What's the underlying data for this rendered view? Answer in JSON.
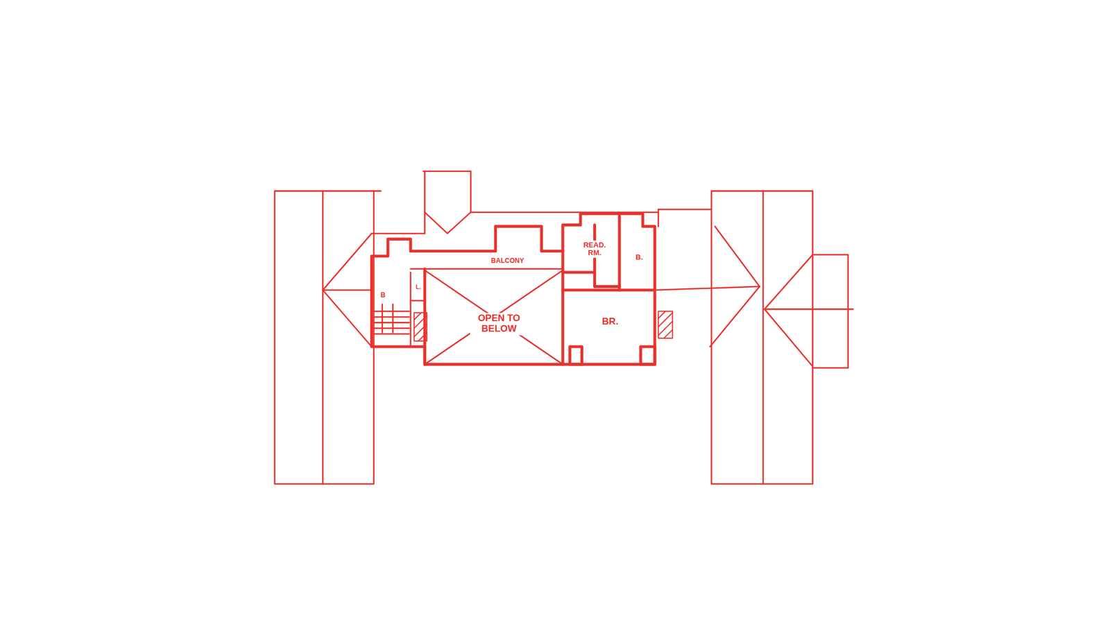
{
  "diagram": {
    "labels": [
      "BALCONY",
      "READ. RM.",
      "B.",
      "OPEN TO BELOW",
      "BR.",
      "B",
      "L."
    ]
  }
}
